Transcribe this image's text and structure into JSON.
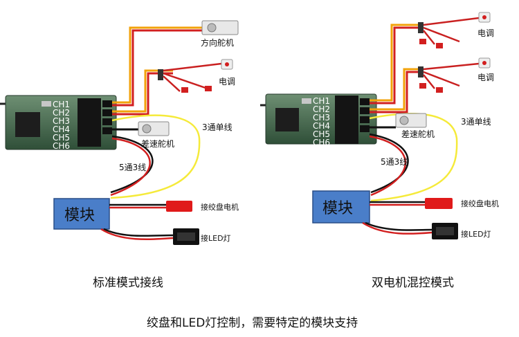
{
  "left_diagram": {
    "channels": [
      "CH1",
      "CH2",
      "CH3",
      "CH4",
      "CH5",
      "CH6"
    ],
    "labels": {
      "steering_servo": "方向舵机",
      "esc": "电调",
      "diff_servo": "差速舵机",
      "three_wire": "3通单线",
      "five_wire": "5通3线",
      "winch_motor": "接绞盘电机",
      "led": "接LED灯"
    },
    "module_label": "模块",
    "caption": "标准模式接线"
  },
  "right_diagram": {
    "channels": [
      "CH1",
      "CH2",
      "CH3",
      "CH4",
      "CH5",
      "CH6"
    ],
    "labels": {
      "esc1": "电调",
      "esc2": "电调",
      "diff_servo": "差速舵机",
      "three_wire": "3通单线",
      "five_wire": "5通3线",
      "winch_motor": "接绞盘电机",
      "led": "接LED灯"
    },
    "module_label": "模块",
    "caption": "双电机混控模式"
  },
  "footer": "绞盘和LED灯控制，需要特定的模块支持",
  "colors": {
    "module_fill": "#4a7ec9",
    "pcb_green": "#3f6b4a",
    "wire_orange": "#f2a20a",
    "wire_red": "#d21f1f",
    "wire_yellow": "#f5ea3a",
    "connector_red": "#e01a1a"
  }
}
